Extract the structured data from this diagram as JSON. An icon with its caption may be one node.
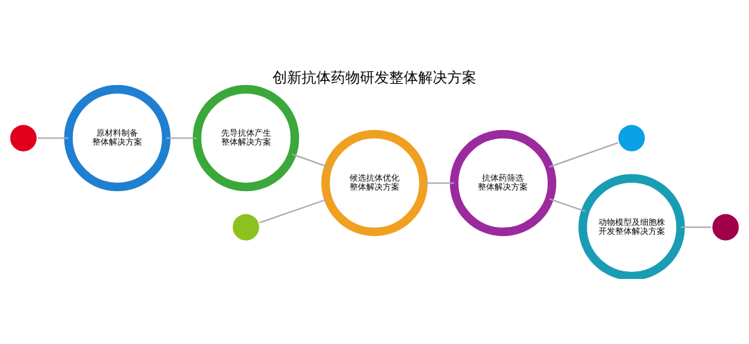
{
  "diagram": {
    "title": "创新抗体药物研发整体解决方案",
    "nodes": [
      {
        "text": [],
        "shape": "circle"
      },
      {
        "text": [
          "原材料制备整体解决方案"
        ]
      },
      {
        "text": [
          "先导抗体产生整体解决方案"
        ]
      },
      {
        "text": [],
        "shape": "circle"
      },
      {
        "text": [
          "候选抗体优化整体解决方案"
        ]
      },
      {
        "text": [
          "抗体药筛选整体解决方案"
        ]
      },
      {
        "text": [],
        "shape": "circle"
      },
      {
        "text": [
          "动物模型及细胞株开发整体解决方案"
        ]
      },
      {
        "text": [],
        "shape": "circle"
      }
    ],
    "edges": [
      {
        "from": 0,
        "to": 1,
        "arrow": "none"
      },
      {
        "from": 1,
        "to": 2,
        "arrow": "none"
      },
      {
        "from": 2,
        "to": 4,
        "arrow": "none"
      },
      {
        "from": 3,
        "to": 4,
        "arrow": "none"
      },
      {
        "from": 4,
        "to": 5,
        "arrow": "none"
      },
      {
        "from": 5,
        "to": 6,
        "arrow": "none"
      },
      {
        "from": 5,
        "to": 7,
        "arrow": "none"
      },
      {
        "from": 7,
        "to": 8,
        "arrow": "none"
      }
    ]
  }
}
